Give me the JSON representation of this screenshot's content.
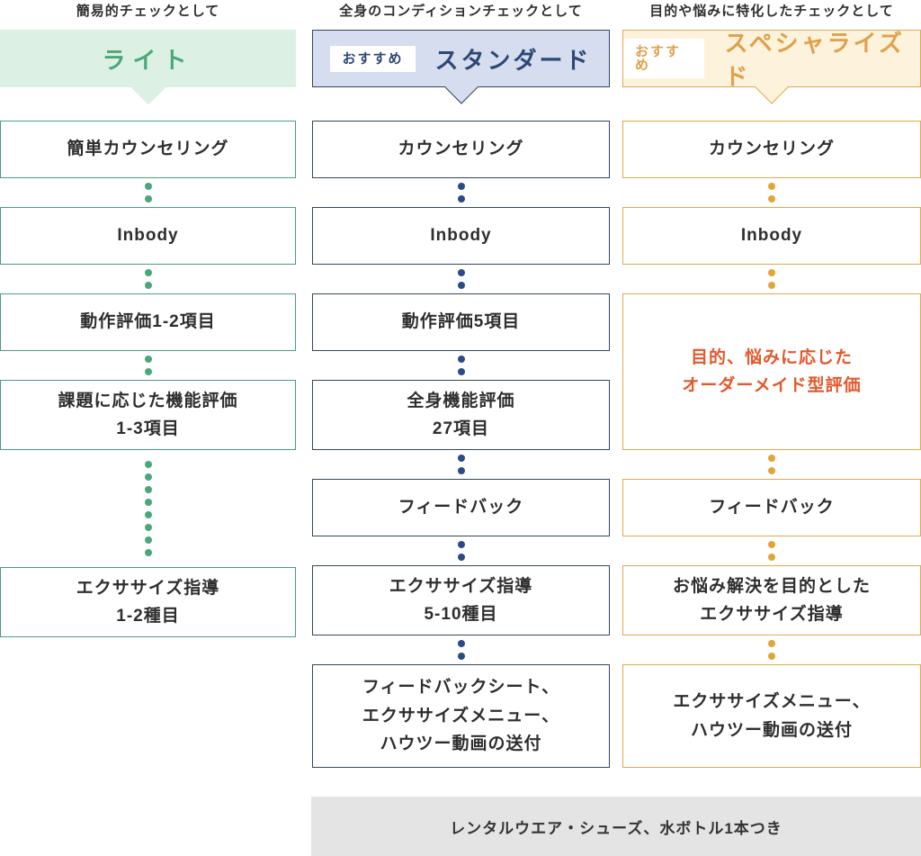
{
  "colors": {
    "page_bg": "#ffffff",
    "box_text": "#2e2e2e",
    "accent_text": "#e2582c",
    "footer_bg": "#e4e4e4",
    "footer_text": "#333333"
  },
  "columns": [
    {
      "id": "light",
      "tagline": "簡易的チェックとして",
      "badge": null,
      "plan_name": "ライト",
      "theme": {
        "header_bg": "#dcf0e4",
        "title": "#4aa878",
        "banner_border": "transparent",
        "box_border": "#4a9e7e",
        "dot": "#4aa878"
      },
      "steps": [
        {
          "lines": [
            "簡単カウンセリング"
          ],
          "size": "md",
          "dots_after": 2,
          "accent": false
        },
        {
          "lines": [
            "Inbody"
          ],
          "size": "md",
          "dots_after": 2,
          "accent": false
        },
        {
          "lines": [
            "動作評価1-2項目"
          ],
          "size": "md",
          "dots_after": 2,
          "accent": false
        },
        {
          "lines": [
            "課題に応じた機能評価",
            "1-3項目"
          ],
          "size": "lg",
          "dots_after": 8,
          "accent": false
        },
        {
          "lines": [
            "エクササイズ指導",
            "1-2種目"
          ],
          "size": "lg",
          "dots_after": 0,
          "accent": false
        }
      ]
    },
    {
      "id": "standard",
      "tagline": "全身のコンディションチェックとして",
      "badge": "おすすめ",
      "plan_name": "スタンダード",
      "theme": {
        "header_bg": "#d6ddee",
        "title": "#2d4876",
        "banner_border": "#33465f",
        "box_border": "#33465f",
        "dot": "#2a4b86"
      },
      "steps": [
        {
          "lines": [
            "カウンセリング"
          ],
          "size": "md",
          "dots_after": 2,
          "accent": false
        },
        {
          "lines": [
            "Inbody"
          ],
          "size": "md",
          "dots_after": 2,
          "accent": false
        },
        {
          "lines": [
            "動作評価5項目"
          ],
          "size": "md",
          "dots_after": 2,
          "accent": false
        },
        {
          "lines": [
            "全身機能評価",
            "27項目"
          ],
          "size": "lg",
          "dots_after": 2,
          "accent": false
        },
        {
          "lines": [
            "フィードバック"
          ],
          "size": "md",
          "dots_after": 2,
          "accent": false
        },
        {
          "lines": [
            "エクササイズ指導",
            "5-10種目"
          ],
          "size": "lg",
          "dots_after": 2,
          "accent": false
        },
        {
          "lines": [
            "フィードバックシート、",
            "エクササイズメニュー、",
            "ハウツー動画の送付"
          ],
          "size": "xl",
          "dots_after": 0,
          "accent": false
        }
      ]
    },
    {
      "id": "specialized",
      "tagline": "目的や悩みに特化したチェックとして",
      "badge": "おすすめ",
      "plan_name": "スペシャライズド",
      "theme": {
        "header_bg": "#fdf3dc",
        "title": "#dfa14c",
        "banner_border": "#dcaa52",
        "box_border": "#dcaa52",
        "dot": "#e0a639"
      },
      "steps": [
        {
          "lines": [
            "カウンセリング"
          ],
          "size": "md",
          "dots_after": 2,
          "accent": false
        },
        {
          "lines": [
            "Inbody"
          ],
          "size": "md",
          "dots_after": 2,
          "accent": false
        },
        {
          "lines": [
            "目的、悩みに応じた",
            "オーダーメイド型評価"
          ],
          "size": "merged",
          "dots_after": 2,
          "accent": true
        },
        {
          "lines": [
            "フィードバック"
          ],
          "size": "md",
          "dots_after": 2,
          "accent": false
        },
        {
          "lines": [
            "お悩み解決を目的とした",
            "エクササイズ指導"
          ],
          "size": "lg",
          "dots_after": 2,
          "accent": false
        },
        {
          "lines": [
            "エクササイズメニュー、",
            "ハウツー動画の送付"
          ],
          "size": "xl",
          "dots_after": 0,
          "accent": false
        }
      ]
    }
  ],
  "footer": {
    "note": "レンタルウエア・シューズ、水ボトル1本つき"
  }
}
